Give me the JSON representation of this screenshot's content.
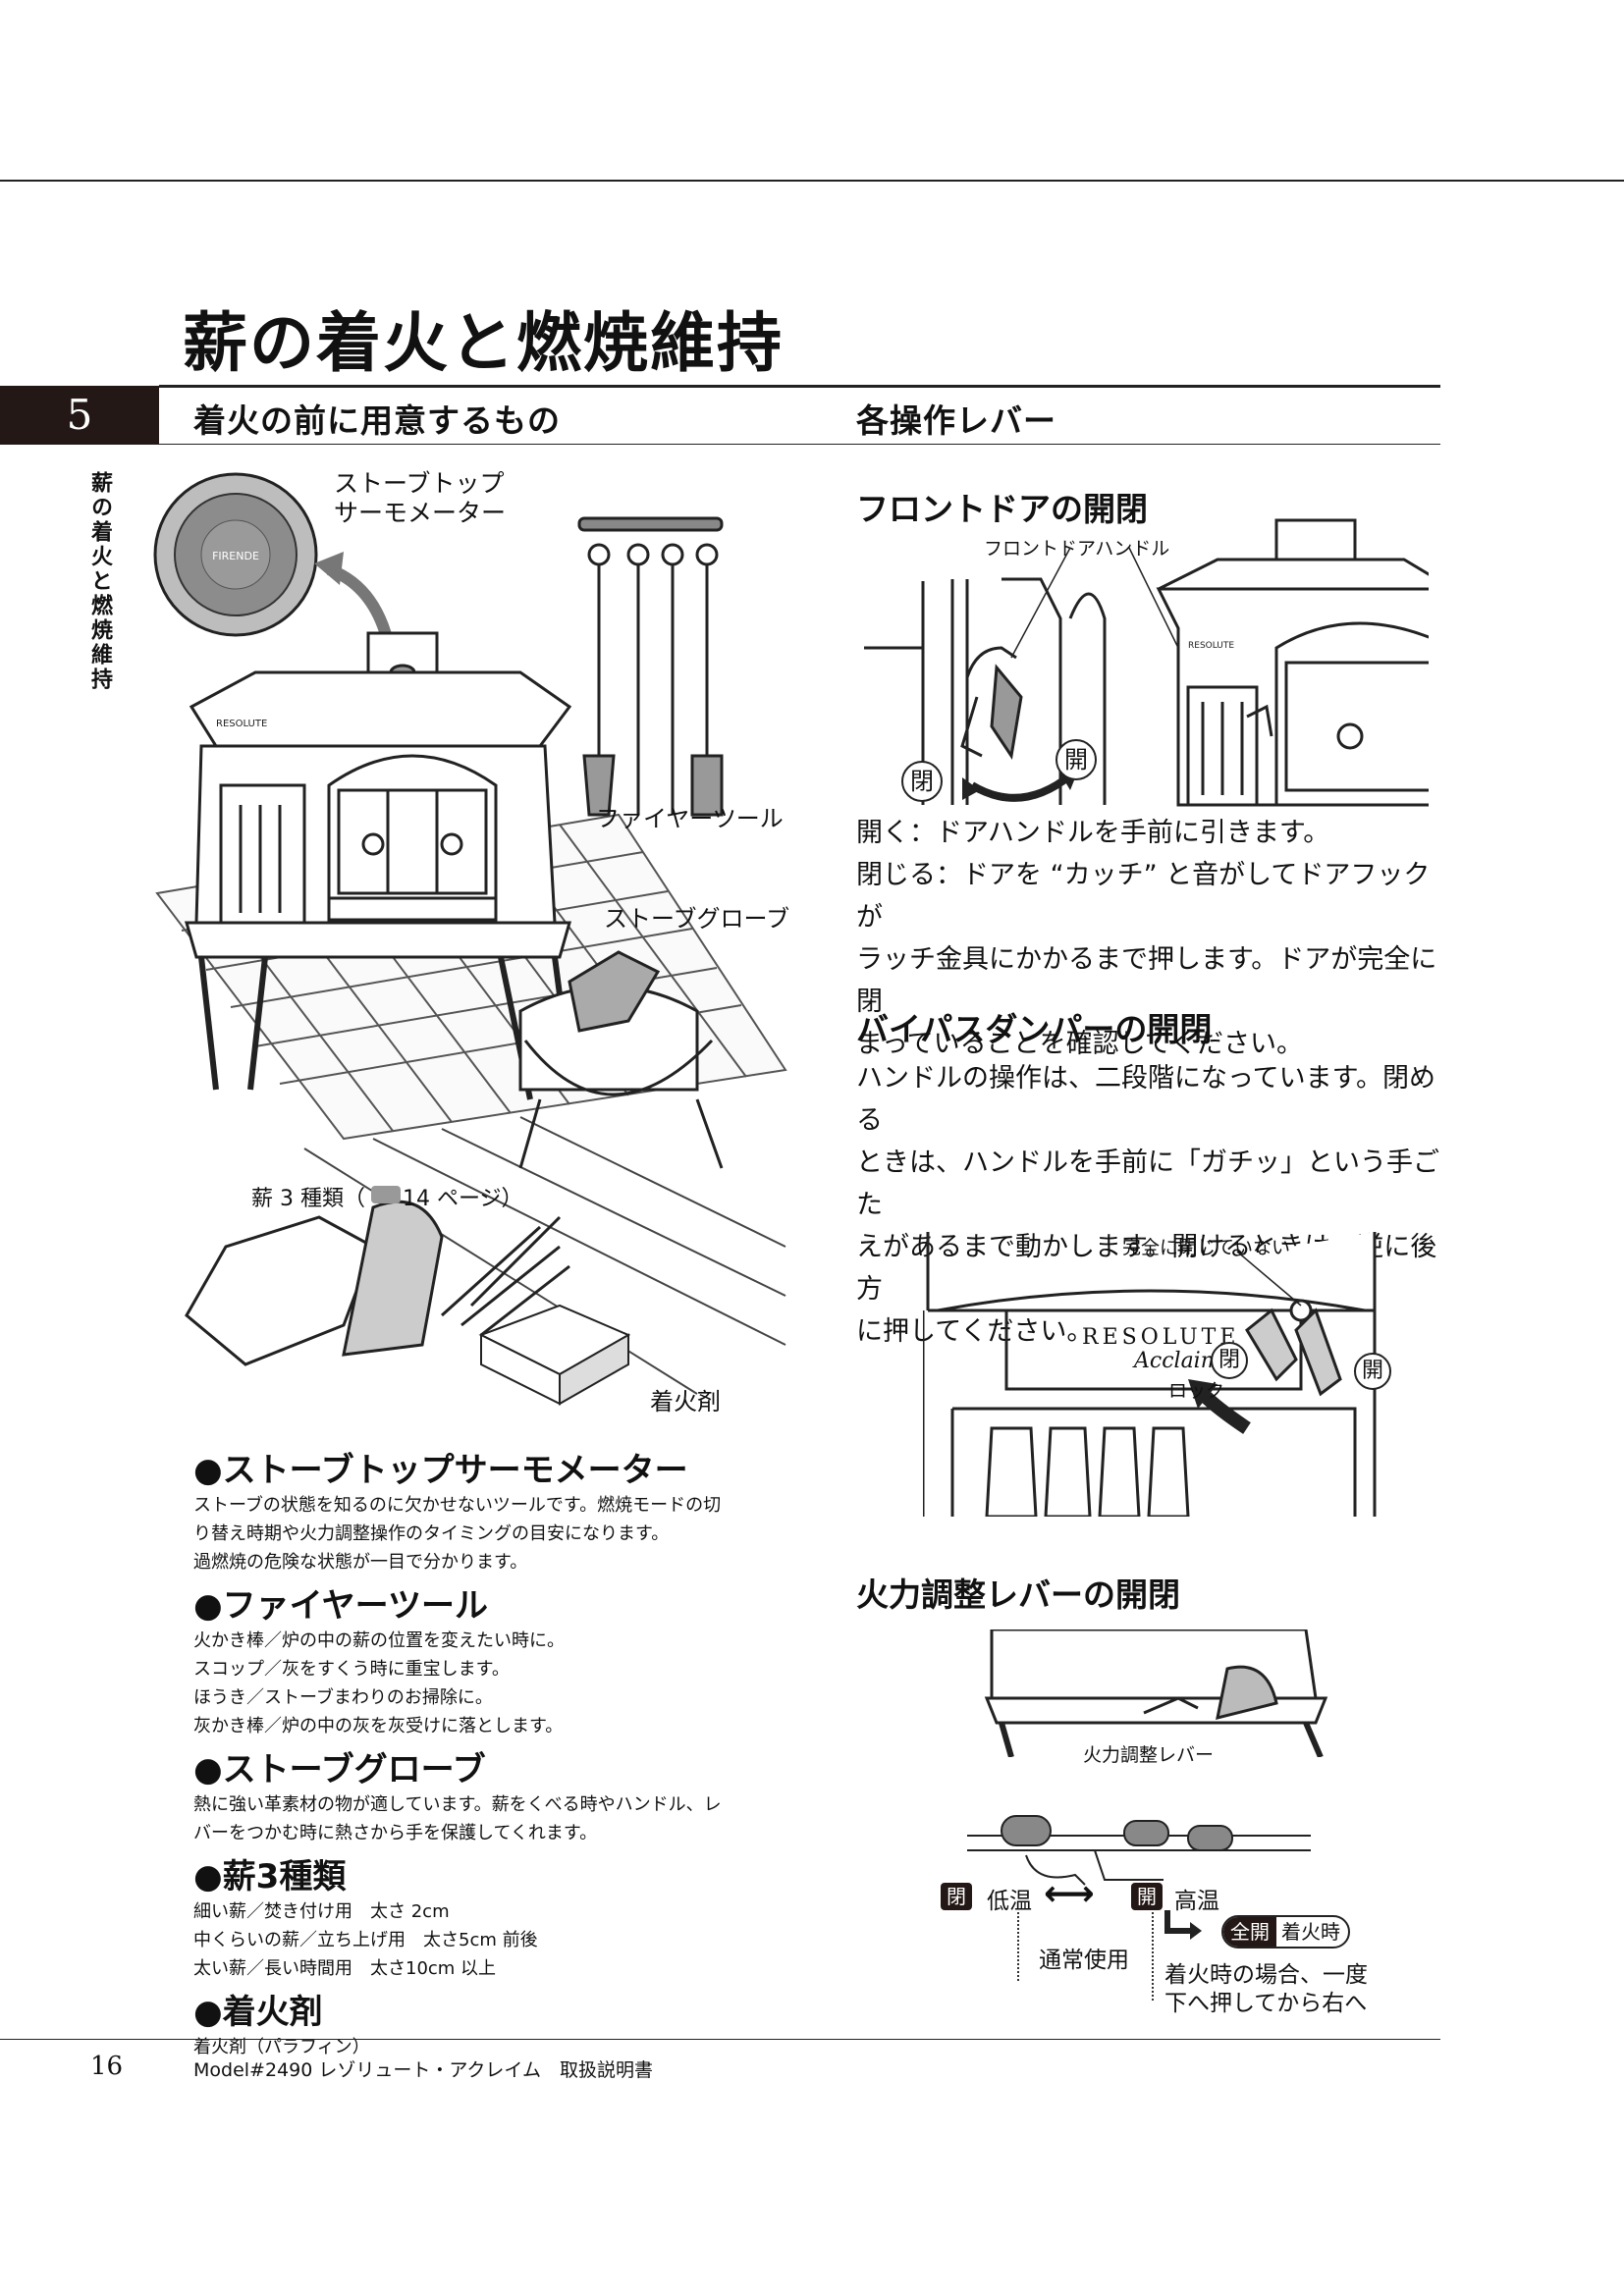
{
  "page": {
    "title": "薪の着火と燃焼維持",
    "chapter_number": "5",
    "side_tab": "薪の着火と燃焼維持",
    "page_number": "16",
    "footer": "Model#2490 レゾリュート・アクレイム　取扱説明書"
  },
  "left": {
    "heading": "着火の前に用意するもの",
    "labels": {
      "thermometer": [
        "ストーブトップ",
        "サーモメーター"
      ],
      "fire_tools": "ファイヤーツール",
      "glove": "ストーブグローブ",
      "wood_prefix": "薪 3 種類（",
      "wood_suffix": "14 ページ）",
      "starter": "着火剤"
    },
    "items": [
      {
        "title": "●ストーブトップサーモメーター",
        "lines": [
          "ストーブの状態を知るのに欠かせないツールです。燃焼モードの切",
          "り替え時期や火力調整操作のタイミングの目安になります。",
          "過燃焼の危険な状態が一目で分かります。"
        ]
      },
      {
        "title": "●ファイヤーツール",
        "lines": [
          "火かき棒／炉の中の薪の位置を変えたい時に。",
          "スコップ／灰をすくう時に重宝します。",
          "ほうき／ストーブまわりのお掃除に。",
          "灰かき棒／炉の中の灰を灰受けに落とします。"
        ]
      },
      {
        "title": "●ストーブグローブ",
        "lines": [
          "熱に強い革素材の物が適しています。薪をくべる時やハンドル、レ",
          "バーをつかむ時に熱さから手を保護してくれます。"
        ]
      },
      {
        "title": "●薪3種類",
        "lines": [
          "細い薪／焚き付け用　太さ 2cm",
          "中くらいの薪／立ち上げ用　太さ5cm 前後",
          "太い薪／長い時間用　太さ10cm 以上"
        ]
      },
      {
        "title": "●着火剤",
        "lines": [
          "着火剤（パラフィン）"
        ]
      }
    ]
  },
  "right": {
    "heading": "各操作レバー",
    "front_door": {
      "title": "フロントドアの開閉",
      "handle_label": "フロントドアハンドル",
      "close": "閉",
      "open": "開",
      "lines": [
        "開く：ドアハンドルを手前に引きます。",
        "閉じる：ドアを “カッチ” と音がしてドアフックが",
        "ラッチ金具にかかるまで押します。ドアが完全に閉",
        "まっていることを確認してください。"
      ]
    },
    "bypass": {
      "title": "バイパスダンパーの開閉",
      "lines": [
        "ハンドルの操作は、二段階になっています。閉める",
        "ときは、ハンドルを手前に「ガチッ」という手ごた",
        "えがあるまで動かします。開けるときは、逆に後方",
        "に押してください。"
      ],
      "not_closed": "完全に閉じていない",
      "lock": "ロック",
      "close": "閉",
      "open": "開",
      "brand": "RESOLUTE",
      "brand2": "Acclaim"
    },
    "fire_lever": {
      "title": "火力調整レバーの開閉",
      "lever_label": "火力調整レバー",
      "close": "閉",
      "low": "低温",
      "open": "開",
      "high": "高温",
      "full": "全開",
      "ignite": "着火時",
      "normal": "通常使用",
      "note": [
        "着火時の場合、一度",
        "下へ押してから右へ"
      ]
    }
  }
}
